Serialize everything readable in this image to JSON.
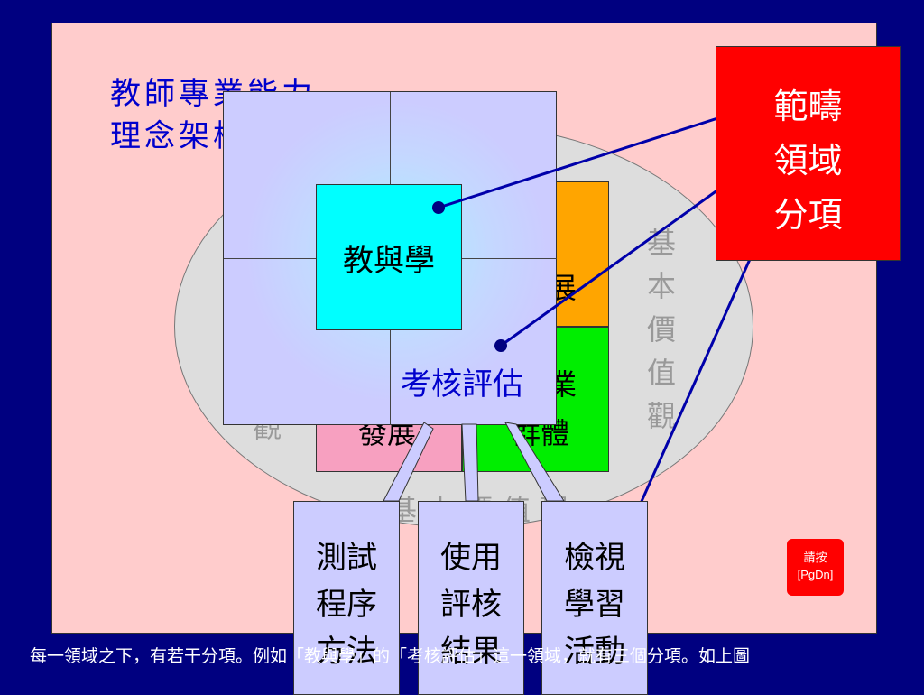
{
  "title": {
    "line1": "教師專業能力",
    "line2": "理念架構"
  },
  "ellipse": {
    "right_vertical": [
      "基",
      "本",
      "價",
      "值",
      "觀"
    ],
    "bottom_text": "基本價值觀",
    "left_fragment": "觀"
  },
  "quadrants": {
    "orange_text": "展",
    "pink_text": "發展",
    "green_text_top": "業",
    "green_text_bottom": "群體"
  },
  "cube": {
    "center_label": "教與學",
    "assessment_label": "考核評估"
  },
  "red_box": {
    "lines": [
      "範疇",
      "領域",
      "分項"
    ]
  },
  "sub_items": [
    {
      "lines": [
        "測試",
        "程序",
        "方法"
      ]
    },
    {
      "lines": [
        "使用",
        "評核",
        "結果"
      ]
    },
    {
      "lines": [
        "檢視",
        "學習",
        "活動"
      ]
    }
  ],
  "button": {
    "line1": "請按",
    "line2": "[PgDn]"
  },
  "caption": "每一領域之下，有若干分項。例如「教與學」的「考核評估」這一領域，就有三個分項。如上圖",
  "colors": {
    "background": "#000080",
    "slide": "#ffcccc",
    "title": "#0000cc",
    "red": "#ff0000",
    "cyan": "#00ffff",
    "lavender": "#ccccff",
    "orange": "#ffa500",
    "pink": "#f7a0c0",
    "green": "#00ee00"
  }
}
